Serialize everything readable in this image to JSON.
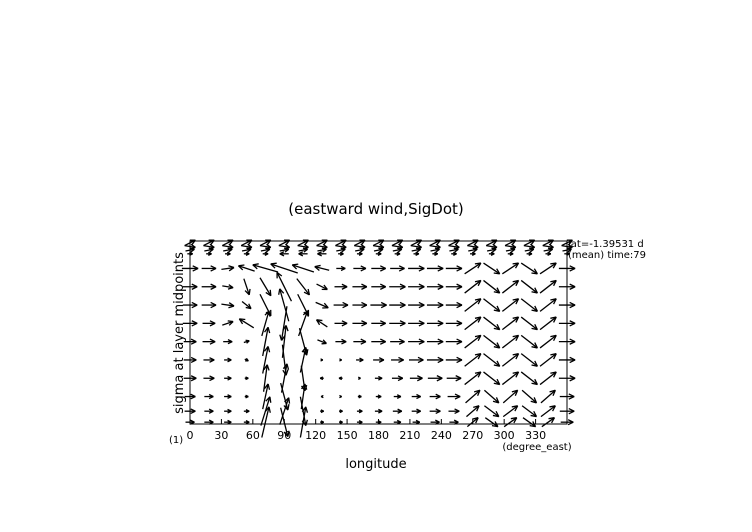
{
  "chart_data": {
    "type": "vector",
    "title": "(eastward wind,SigDot)",
    "xlabel": "longitude",
    "xunits": "(degree_east)",
    "ylabel": "sigma at layer midpoints",
    "y_bottom_label": "(1)",
    "annotation_lines": [
      "lat=-1.39531 d",
      "(mean) time:79"
    ],
    "xlim": [
      0,
      360
    ],
    "ylim": [
      1,
      0
    ],
    "x_ticks": [
      0,
      30,
      60,
      90,
      120,
      150,
      180,
      210,
      240,
      270,
      300,
      330
    ],
    "x_tick_labels": [
      "0",
      "30",
      "60",
      "90",
      "120",
      "150",
      "180",
      "210",
      "240",
      "270",
      "300",
      "330"
    ],
    "grid": false,
    "x": [
      0,
      18,
      36,
      54,
      72,
      90,
      108,
      126,
      144,
      162,
      180,
      198,
      216,
      234,
      252,
      270,
      288,
      306,
      324,
      342,
      360
    ],
    "y": [
      0.01,
      0.03,
      0.05,
      0.07,
      0.15,
      0.25,
      0.35,
      0.45,
      0.55,
      0.65,
      0.75,
      0.85,
      0.93,
      0.99
    ],
    "u": [
      [
        0.6,
        0.6,
        0.6,
        0.6,
        0.6,
        0.6,
        0.6,
        0.6,
        0.6,
        0.6,
        0.6,
        0.6,
        0.6,
        0.6,
        0.6,
        0.6,
        0.6,
        0.6,
        0.6,
        0.6,
        0.6
      ],
      [
        0.6,
        0.6,
        0.6,
        0.6,
        0.6,
        0.6,
        0.6,
        0.6,
        0.6,
        0.6,
        0.6,
        0.6,
        0.6,
        0.6,
        0.6,
        0.6,
        0.6,
        0.6,
        0.6,
        0.6,
        0.6
      ],
      [
        0.5,
        0.5,
        0.5,
        0.5,
        0.5,
        0.5,
        0.5,
        0.5,
        0.5,
        0.5,
        0.5,
        0.5,
        0.5,
        0.5,
        0.5,
        0.5,
        0.5,
        0.5,
        0.5,
        0.5,
        0.5
      ],
      [
        0.3,
        0.3,
        0.3,
        0.3,
        0.3,
        -0.5,
        -0.5,
        -0.5,
        0.3,
        0.3,
        0.3,
        0.3,
        0.3,
        0.3,
        0.3,
        0.3,
        0.3,
        0.3,
        0.3,
        0.3,
        0.3
      ],
      [
        0.9,
        0.8,
        0.7,
        -0.9,
        -1.4,
        -1.5,
        -1.2,
        -0.8,
        0.5,
        0.7,
        0.8,
        0.8,
        0.9,
        0.9,
        0.9,
        0.9,
        0.9,
        0.9,
        0.9,
        0.9,
        0.9
      ],
      [
        0.8,
        0.8,
        0.6,
        0.3,
        0.6,
        -0.8,
        0.7,
        0.6,
        0.7,
        0.8,
        0.8,
        0.9,
        0.9,
        0.9,
        0.9,
        0.9,
        0.9,
        0.9,
        0.9,
        0.9,
        0.9
      ],
      [
        0.8,
        0.8,
        0.7,
        0.5,
        0.6,
        -0.5,
        0.6,
        0.7,
        0.8,
        0.8,
        0.9,
        0.9,
        0.9,
        0.9,
        0.9,
        0.9,
        0.9,
        0.9,
        0.9,
        0.9,
        0.9
      ],
      [
        0.8,
        0.7,
        0.6,
        -0.8,
        0.4,
        -0.3,
        0.5,
        -0.6,
        0.7,
        0.8,
        0.8,
        0.9,
        0.9,
        0.9,
        0.9,
        0.9,
        0.9,
        0.9,
        0.9,
        0.9,
        0.9
      ],
      [
        0.7,
        0.7,
        0.5,
        0.3,
        0.3,
        0.2,
        0.4,
        0.5,
        0.6,
        0.7,
        0.8,
        0.8,
        0.9,
        0.9,
        0.9,
        0.9,
        0.9,
        0.9,
        0.9,
        0.9,
        0.9
      ],
      [
        0.7,
        0.6,
        0.4,
        0.2,
        0.3,
        0.2,
        0.3,
        0.1,
        0.1,
        0.4,
        0.6,
        0.7,
        0.8,
        0.9,
        0.9,
        0.9,
        0.9,
        0.9,
        0.9,
        0.9,
        0.9
      ],
      [
        0.7,
        0.6,
        0.4,
        0.2,
        0.2,
        0.3,
        0.2,
        -0.2,
        -0.2,
        0.1,
        0.4,
        0.6,
        0.7,
        0.8,
        0.8,
        0.9,
        0.9,
        0.9,
        0.9,
        0.9,
        0.9
      ],
      [
        0.6,
        0.5,
        0.4,
        0.2,
        0.3,
        0.4,
        0.2,
        -0.1,
        0.1,
        0.2,
        0.3,
        0.4,
        0.5,
        0.6,
        0.7,
        0.8,
        0.8,
        0.8,
        0.8,
        0.8,
        0.8
      ],
      [
        0.6,
        0.5,
        0.4,
        0.3,
        0.5,
        0.5,
        0.3,
        0.2,
        0.2,
        0.3,
        0.4,
        0.5,
        0.5,
        0.6,
        0.6,
        0.7,
        0.8,
        0.8,
        0.8,
        0.8,
        0.8
      ],
      [
        0.5,
        0.5,
        0.4,
        0.3,
        0.4,
        0.4,
        0.3,
        0.2,
        0.2,
        0.3,
        0.3,
        0.4,
        0.4,
        0.5,
        0.5,
        0.6,
        0.7,
        0.7,
        0.7,
        0.7,
        0.7
      ]
    ],
    "v": [
      [
        0.3,
        0.3,
        0.3,
        0.3,
        0.3,
        0.3,
        0.3,
        0.3,
        0.3,
        0.3,
        0.3,
        0.3,
        0.3,
        0.3,
        0.3,
        0.3,
        0.3,
        0.3,
        0.3,
        0.3,
        0.3
      ],
      [
        -0.1,
        -0.1,
        -0.1,
        -0.1,
        -0.1,
        -0.1,
        -0.1,
        -0.1,
        -0.1,
        -0.1,
        -0.1,
        -0.1,
        -0.1,
        -0.1,
        -0.1,
        -0.1,
        -0.1,
        -0.1,
        -0.1,
        -0.1,
        -0.1
      ],
      [
        0.1,
        0.1,
        0.1,
        0.1,
        0.1,
        0.1,
        0.1,
        0.1,
        0.1,
        0.1,
        0.1,
        0.1,
        0.1,
        0.1,
        0.1,
        0.1,
        0.1,
        0.1,
        0.1,
        0.1,
        0.1
      ],
      [
        0,
        0,
        0,
        0,
        0,
        0,
        0,
        0,
        0,
        0,
        0,
        0,
        0,
        0,
        0,
        0,
        0,
        0,
        0,
        0,
        0
      ],
      [
        0,
        0,
        0.1,
        0.3,
        0.4,
        0.5,
        0.4,
        0.2,
        0,
        0,
        0,
        0,
        0,
        0,
        0,
        0.6,
        -0.6,
        0.6,
        -0.6,
        0.6,
        0
      ],
      [
        0,
        0,
        -0.1,
        -0.9,
        -1.0,
        1.6,
        -0.9,
        -0.3,
        0,
        0,
        0,
        0,
        0,
        0,
        0,
        0.7,
        -0.7,
        0.7,
        -0.7,
        0.7,
        0
      ],
      [
        0,
        0,
        -0.1,
        -0.4,
        -1.2,
        1.8,
        -1.2,
        -0.3,
        0,
        0,
        0,
        0,
        0,
        0,
        0,
        0.7,
        -0.7,
        0.7,
        -0.7,
        0.7,
        0
      ],
      [
        0,
        0,
        0.2,
        0.5,
        1.4,
        -1.9,
        1.4,
        0.4,
        0,
        0,
        0,
        0,
        0,
        0,
        0,
        0.7,
        -0.7,
        0.7,
        -0.7,
        0.7,
        0
      ],
      [
        0,
        0,
        0,
        0.1,
        1.6,
        1.8,
        -1.5,
        -0.2,
        0,
        0,
        0,
        0,
        0,
        0,
        0,
        0.7,
        -0.7,
        0.7,
        -0.7,
        0.7,
        0
      ],
      [
        0,
        0,
        0,
        -0.1,
        1.5,
        -1.7,
        1.4,
        0,
        0,
        0,
        0,
        0,
        0,
        0,
        0,
        0.7,
        -0.7,
        0.7,
        -0.7,
        0.7,
        0
      ],
      [
        0,
        0,
        0,
        0,
        1.5,
        1.6,
        -1.4,
        0,
        0,
        0,
        0,
        0,
        0,
        0,
        0,
        0.7,
        -0.7,
        0.7,
        -0.7,
        0.7,
        0
      ],
      [
        0,
        0,
        0,
        0,
        1.4,
        -1.5,
        1.4,
        0,
        0,
        0,
        0,
        0,
        0,
        0,
        0,
        0.7,
        -0.7,
        0.7,
        -0.7,
        0.7,
        0
      ],
      [
        0,
        0,
        0,
        0,
        1.6,
        1.5,
        -1.6,
        0,
        0,
        0,
        0,
        0,
        0,
        0,
        0,
        0.6,
        -0.6,
        0.6,
        -0.6,
        0.6,
        0
      ],
      [
        0,
        0,
        0,
        0,
        1.7,
        -1.6,
        1.7,
        0,
        0,
        0,
        0,
        0,
        0,
        0,
        0,
        0.5,
        -0.5,
        0.5,
        -0.5,
        0.5,
        0
      ]
    ]
  }
}
